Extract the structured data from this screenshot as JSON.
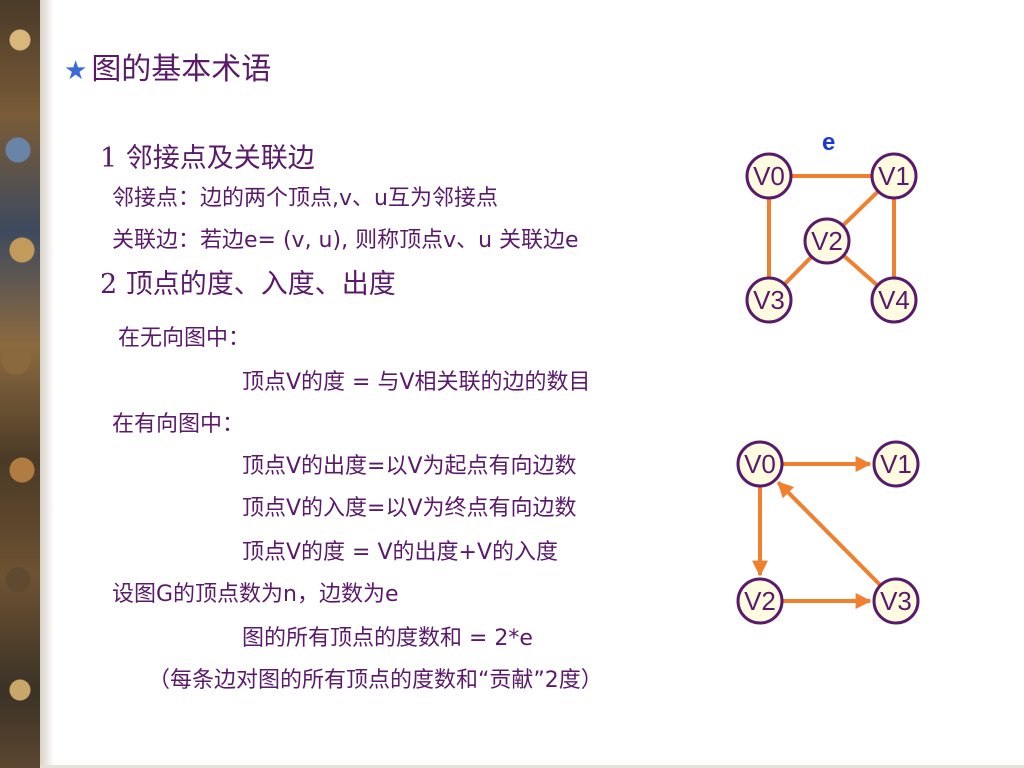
{
  "title": {
    "star": "★",
    "text": "图的基本术语"
  },
  "section1": {
    "heading": "1 邻接点及关联边",
    "line1": "邻接点：边的两个顶点,v、u互为邻接点",
    "line2": "关联边：若边e= (v, u), 则称顶点v、u 关联边e"
  },
  "section2": {
    "heading": "2 顶点的度、入度、出度",
    "undirected_intro": "在无向图中：",
    "undirected_deg": "顶点V的度 = 与V相关联的边的数目",
    "directed_intro": "在有向图中：",
    "out_deg": "顶点V的出度=以V为起点有向边数",
    "in_deg": "顶点V的入度=以V为终点有向边数",
    "total_deg": "顶点V的度 = V的出度+V的入度",
    "graph_intro": "设图G的顶点数为n，边数为e",
    "sum_formula": "图的所有顶点的度数和 = 2*e",
    "note": "（每条边对图的所有顶点的度数和“贡献”2度）"
  },
  "undirected_graph": {
    "edge_label": "e",
    "nodes": [
      "V0",
      "V1",
      "V2",
      "V3",
      "V4"
    ],
    "edges": [
      [
        "V0",
        "V1"
      ],
      [
        "V0",
        "V3"
      ],
      [
        "V1",
        "V4"
      ],
      [
        "V2",
        "V1"
      ],
      [
        "V2",
        "V3"
      ],
      [
        "V2",
        "V4"
      ]
    ]
  },
  "directed_graph": {
    "nodes": [
      "V0",
      "V1",
      "V2",
      "V3"
    ],
    "edges": [
      [
        "V0",
        "V1"
      ],
      [
        "V0",
        "V2"
      ],
      [
        "V2",
        "V3"
      ],
      [
        "V3",
        "V0"
      ]
    ]
  },
  "colors": {
    "text": "#5a1a6a",
    "edge": "#f08030",
    "node_fill": "#fffbe0",
    "star": "#3a6ad8",
    "label": "#1a3ad8"
  }
}
